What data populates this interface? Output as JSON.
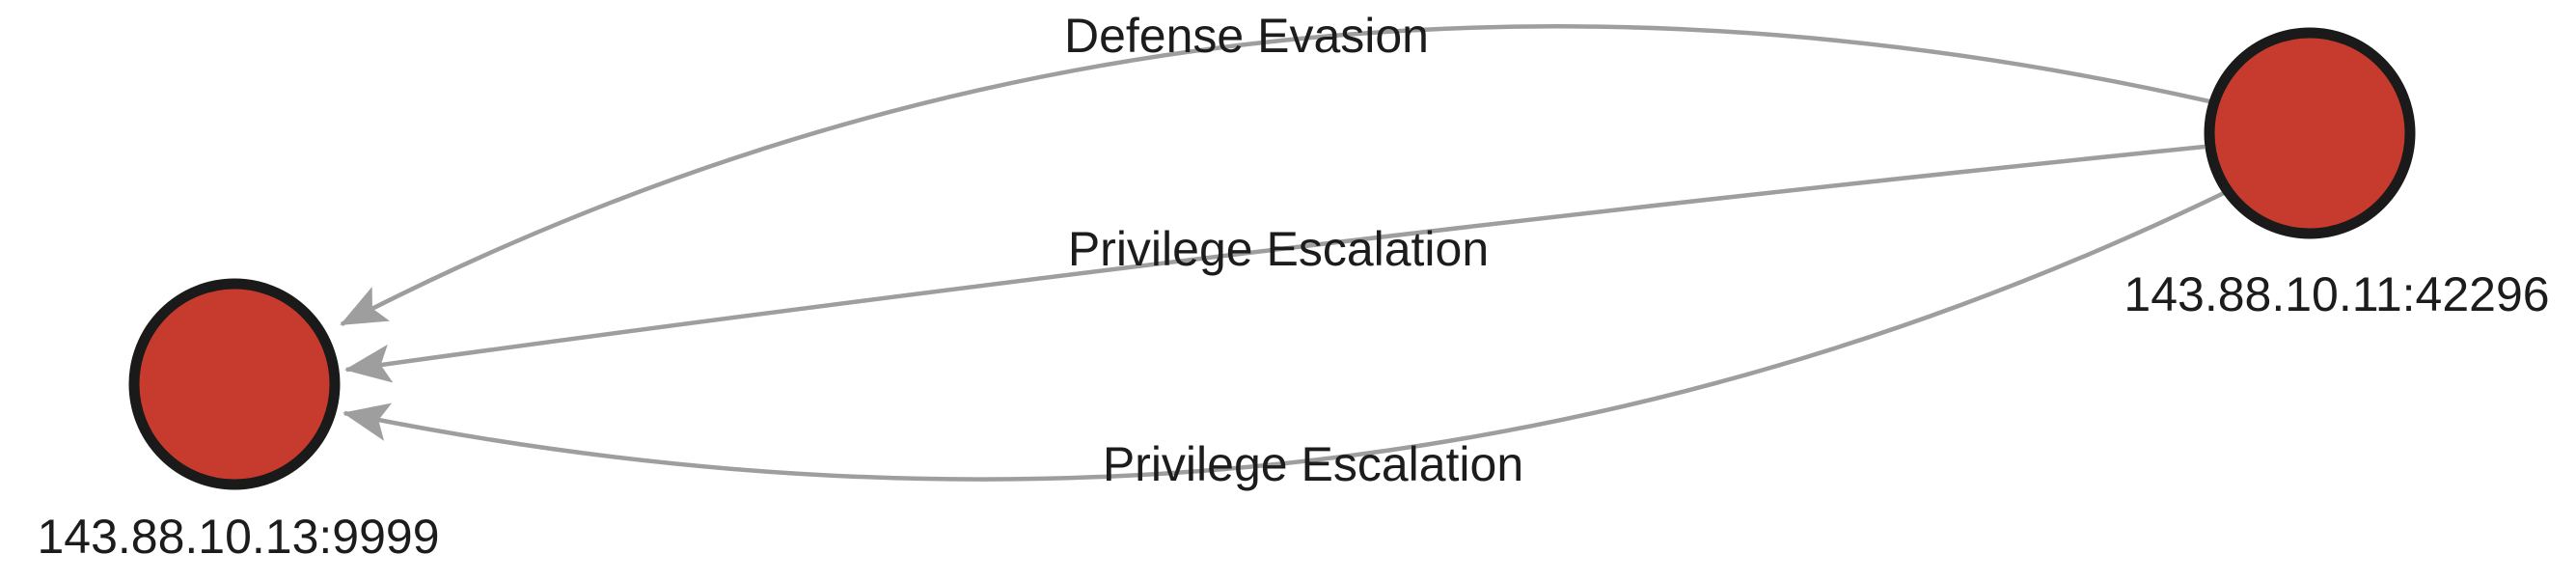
{
  "graph": {
    "colors": {
      "background": "#ffffff",
      "node_fill": "#c63b2d",
      "node_border": "#1a1a1a",
      "edge": "#9e9e9e",
      "label": "#1c1c1c"
    },
    "nodes": [
      {
        "id": "143.88.10.13:9999",
        "label": "143.88.10.13:9999"
      },
      {
        "id": "143.88.10.11:42296",
        "label": "143.88.10.11:42296"
      }
    ],
    "edges": [
      {
        "from": "143.88.10.11:42296",
        "to": "143.88.10.13:9999",
        "label": "Defense Evasion"
      },
      {
        "from": "143.88.10.11:42296",
        "to": "143.88.10.13:9999",
        "label": "Privilege Escalation"
      },
      {
        "from": "143.88.10.11:42296",
        "to": "143.88.10.13:9999",
        "label": "Privilege Escalation"
      }
    ]
  }
}
